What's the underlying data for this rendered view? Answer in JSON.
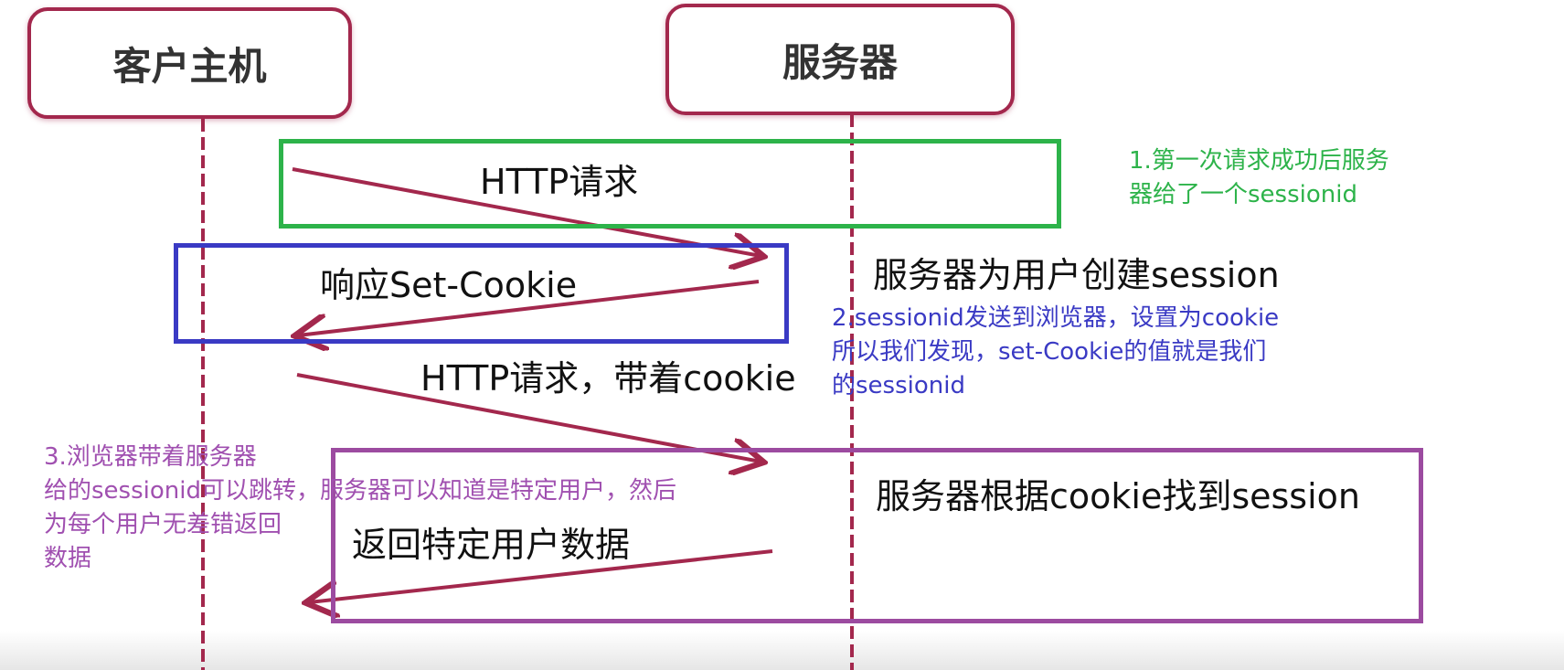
{
  "actors": {
    "client": "客户主机",
    "server": "服务器"
  },
  "messages": {
    "request1": "HTTP请求",
    "response": "响应Set-Cookie",
    "request2": "HTTP请求，带着cookie",
    "return_data": "返回特定用户数据"
  },
  "server_actions": {
    "create_session": "服务器为用户创建session",
    "find_session": "服务器根据cookie找到session"
  },
  "notes": {
    "note1": [
      "1.第一次请求成功后服务",
      "器给了一个sessionid"
    ],
    "note2": [
      "2.sessionid发送到浏览器，设置为cookie",
      "所以我们发现，set-Cookie的值就是我们",
      "的sessionid"
    ],
    "note3": [
      "3.浏览器带着服务器",
      "给的sessionid可以跳转，服务器可以知道是特定用户，然后",
      "为每个用户无差错返回",
      "数据"
    ]
  },
  "colors": {
    "arrow": "#a3284d",
    "green": "#2db34a",
    "blue": "#3a3ac4",
    "purple": "#9c4ba0"
  }
}
